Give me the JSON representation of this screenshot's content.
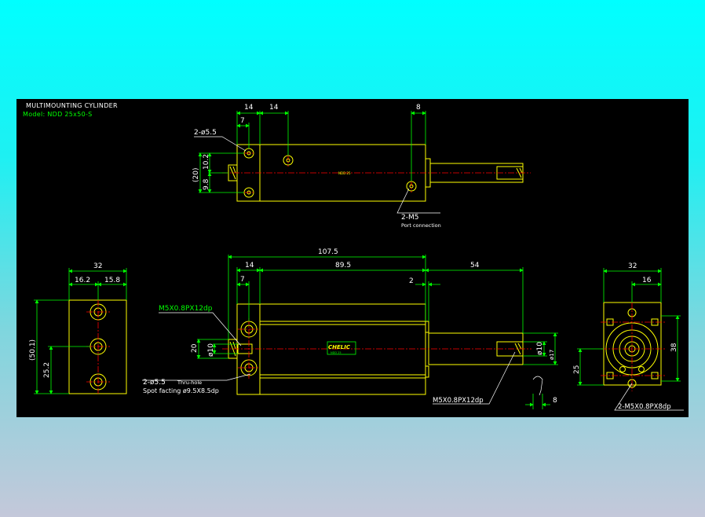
{
  "title": {
    "line1": "MULTIMOUNTING CYLINDER",
    "line2": "Model: NDD 25x50-S"
  },
  "top_view": {
    "dims": [
      "14",
      "14",
      "7",
      "8",
      "(20)",
      "10.2",
      "9.8"
    ],
    "callout_hole": "2-ø5.5",
    "callout_port": "2-M5",
    "callout_port_note": "Port connection",
    "body_label": "NDD 25"
  },
  "front_view": {
    "dims": [
      "107.5",
      "14",
      "89.5",
      "54",
      "7",
      "2",
      "20",
      "ø10",
      "ø10",
      "ø17"
    ],
    "callout_thread_left": "M5X0.8PX12dp",
    "callout_hole": "2-ø5.5",
    "callout_hole_note": "Thru-hole",
    "callout_spot": "Spot facting  ø9.5X8.5dp",
    "callout_thread_rod": "M5X0.8PX12dp",
    "dim_tip": "8",
    "brand": "CHELIC",
    "brand_sub": "NDD 25"
  },
  "left_view": {
    "dims": [
      "32",
      "16.2",
      "15.8",
      "(50.1)",
      "25.2"
    ]
  },
  "right_view": {
    "dims": [
      "32",
      "16",
      "38",
      "25"
    ],
    "callout": "2-M5X0.8PX8dp"
  },
  "colors": {
    "outline": "#ffff00",
    "dimension": "#00ff00",
    "centerline": "#ff0000",
    "text": "#ffffff",
    "background": "#000000"
  }
}
